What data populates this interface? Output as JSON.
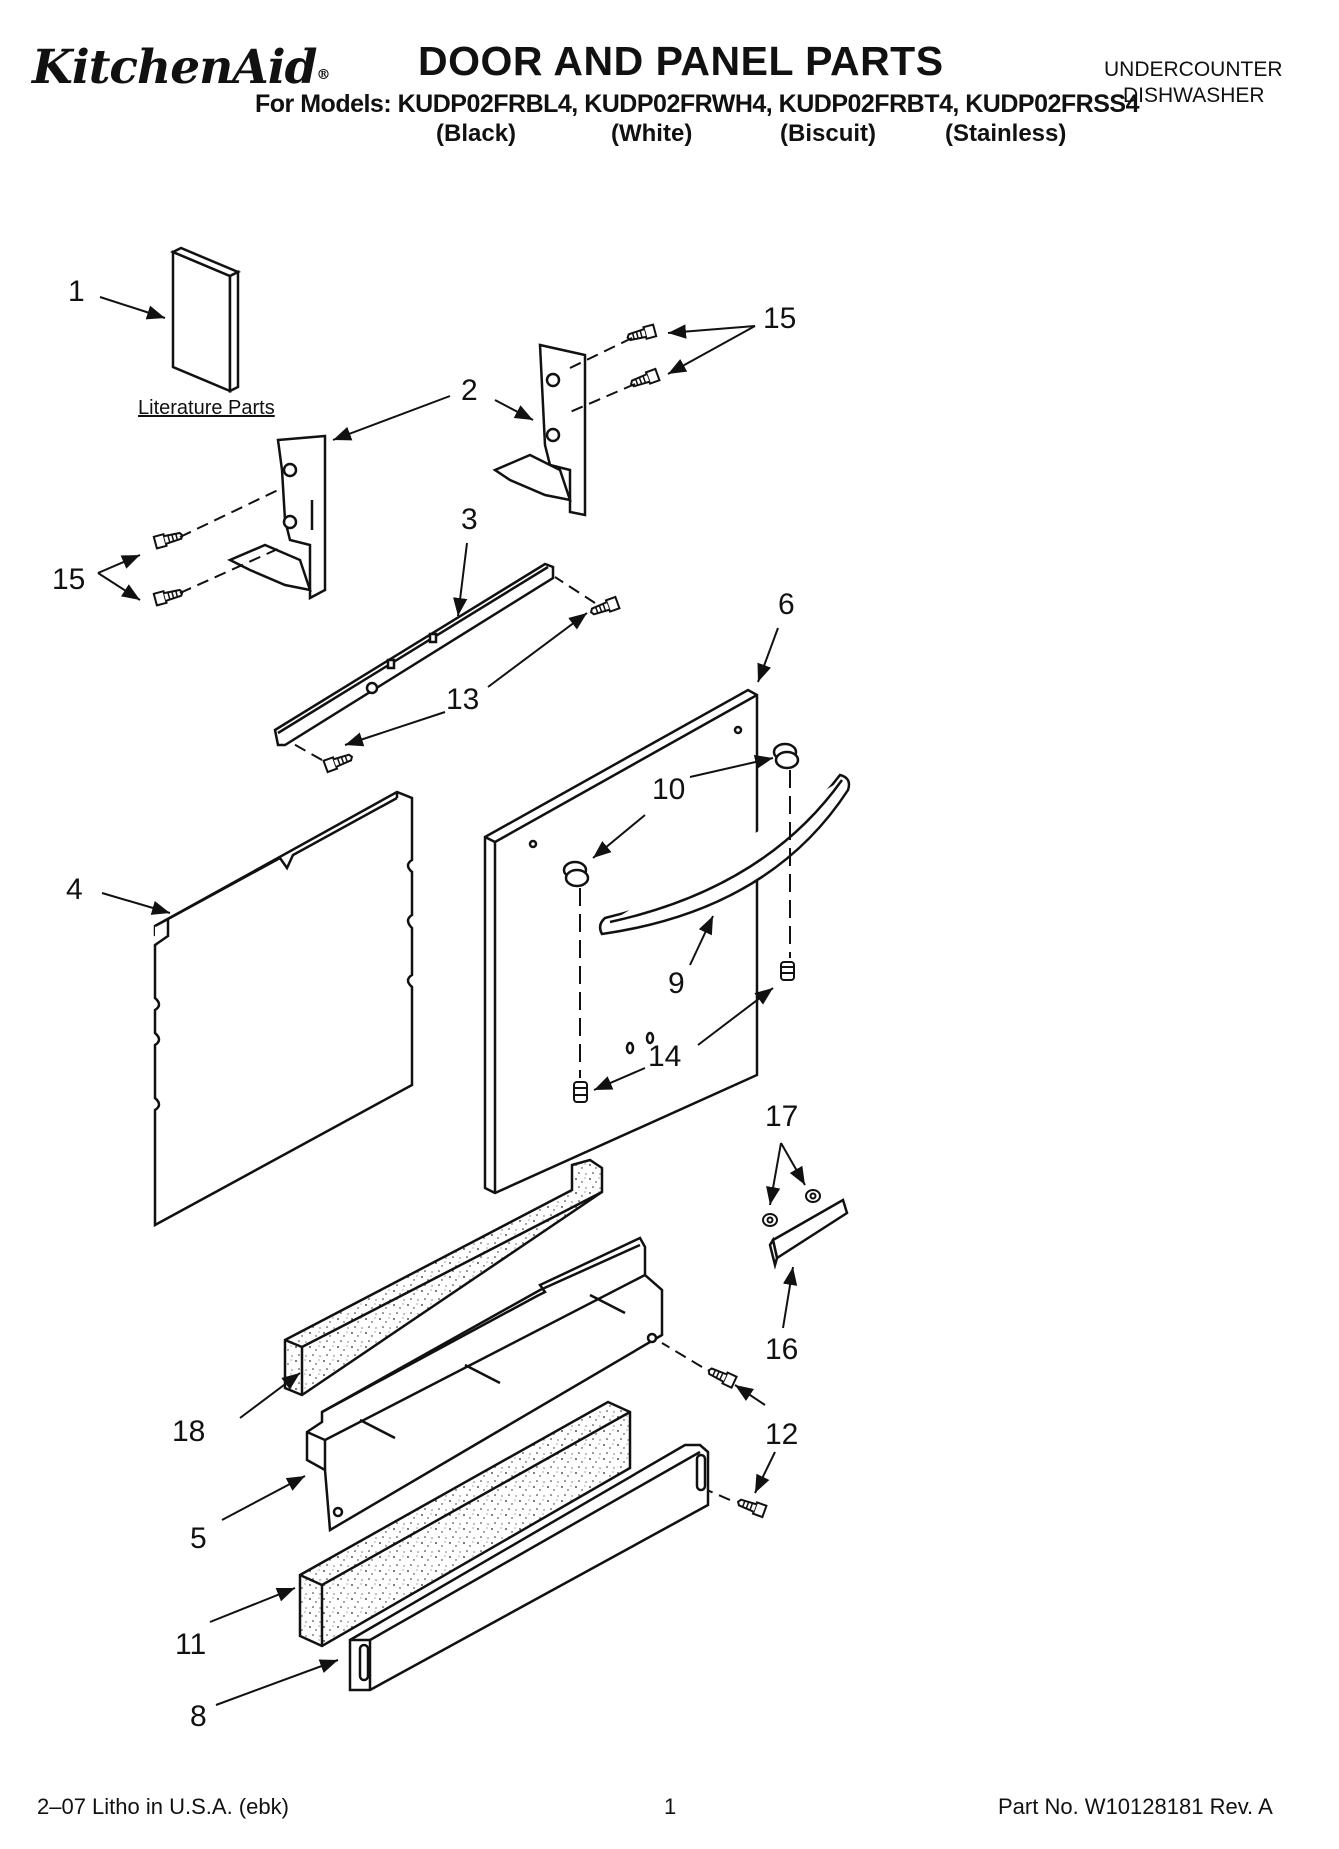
{
  "header": {
    "brand": "KitchenAid",
    "brand_mark": "®",
    "title": "DOOR AND PANEL PARTS",
    "models_line": "For Models: KUDP02FRBL4, KUDP02FRWH4, KUDP02FRBT4, KUDP02FRSS4",
    "colors": [
      "(Black)",
      "(White)",
      "(Biscuit)",
      "(Stainless)"
    ],
    "appliance_line1": "UNDERCOUNTER",
    "appliance_line2": "DISHWASHER"
  },
  "diagram": {
    "literature_label": "Literature Parts",
    "callouts": {
      "c1": "1",
      "c2": "2",
      "c3": "3",
      "c4": "4",
      "c5": "5",
      "c6": "6",
      "c8": "8",
      "c9": "9",
      "c10": "10",
      "c11": "11",
      "c12": "12",
      "c13": "13",
      "c14": "14",
      "c15a": "15",
      "c15b": "15",
      "c16": "16",
      "c17": "17",
      "c18": "18"
    }
  },
  "footer": {
    "left": "2–07 Litho in U.S.A. (ebk)",
    "center": "1",
    "right": "Part No. W10128181 Rev. A"
  }
}
